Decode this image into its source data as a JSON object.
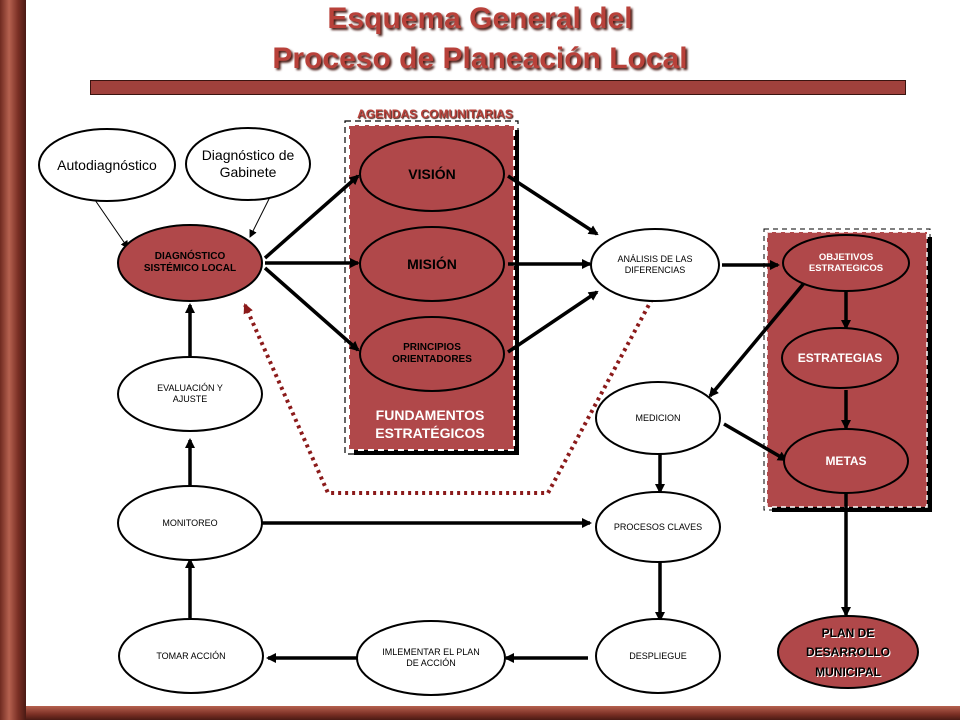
{
  "title": {
    "line1": "Esquema General del",
    "line2": "Proceso de Planeación Local"
  },
  "agendas_label": "AGENDAS COMUNITARIAS",
  "fundamentos_label": "FUNDAMENTOS ESTRATÉGICOS",
  "nodes": {
    "autodiagnostico": "Autodiagnóstico",
    "diagnostico_gabinete": "Diagnóstico de Gabinete",
    "diagnostico_sistemico": "DIAGNÓSTICO SISTÉMICO LOCAL",
    "vision": "VISIÓN",
    "mision": "MISIÓN",
    "principios": "PRINCIPIOS ORIENTADORES",
    "analisis": "ANÁLISIS DE LAS DIFERENCIAS",
    "objetivos": "OBJETIVOS ESTRATEGICOS",
    "estrategias": "ESTRATEGIAS",
    "metas": "METAS",
    "medicion": "MEDICION",
    "procesos": "PROCESOS CLAVES",
    "despliegue": "DESPLIEGUE",
    "implementar": "IMLEMENTAR EL PLAN DE ACCIÓN",
    "tomar_accion": "TOMAR ACCIÓN",
    "monitoreo": "MONITOREO",
    "evaluacion": "EVALUACIÓN Y AJUSTE",
    "plan": "PLAN DE DESARROLLO MUNICIPAL"
  },
  "colors": {
    "accent": "#b0484a",
    "title": "#b8413a",
    "dotted": "#8b1a1a"
  }
}
